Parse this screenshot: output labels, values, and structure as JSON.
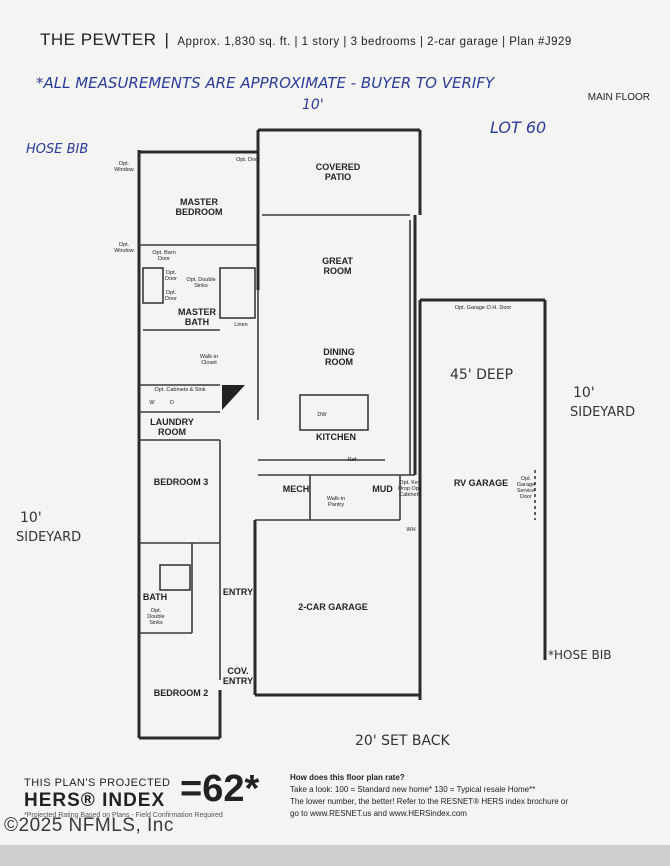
{
  "header": {
    "plan_name": "THE PEWTER",
    "details": "Approx. 1,830 sq. ft. | 1 story | 3 bedrooms | 2-car garage | Plan #J929"
  },
  "notes": {
    "measurements": "*ALL MEASUREMENTS ARE APPROXIMATE - BUYER TO VERIFY",
    "main_floor": "MAIN FLOOR",
    "ten_top": "10'",
    "lot": "LOT 60",
    "hose_bib_left": "HOSE BIB",
    "hose_bib_right": "*HOSE BIB",
    "deep": "45' DEEP",
    "sideyard_right_num": "10'",
    "sideyard_right": "SIDEYARD",
    "sideyard_left_num": "10'",
    "sideyard_left": "SIDEYARD",
    "setback": "20' SET BACK"
  },
  "rooms": {
    "covered_patio": "COVERED PATIO",
    "master_bedroom": "MASTER BEDROOM",
    "great_room": "GREAT ROOM",
    "master_bath": "MASTER BATH",
    "dining_room": "DINING ROOM",
    "laundry_room": "LAUNDRY ROOM",
    "kitchen": "KITCHEN",
    "bedroom3": "BEDROOM 3",
    "mech": "MECH",
    "mud": "MUD",
    "rv_garage": "RV GARAGE",
    "entry": "ENTRY",
    "two_car_garage": "2-CAR GARAGE",
    "bath": "BATH",
    "cov_entry": "COV. ENTRY",
    "bedroom2": "BEDROOM 2"
  },
  "labels": {
    "opt_window_1": "Opt. Window",
    "opt_door_1": "Opt. Door",
    "opt_window_2": "Opt. Window",
    "opt_barn_door": "Opt. Barn Door",
    "opt_door_2": "Opt. Door",
    "opt_double_sinks_1": "Opt. Double Sinks",
    "opt_door_3": "Opt. Door",
    "linen": "Linen",
    "walkin_closet": "Walk-in Closet",
    "opt_cabinets": "Opt. Cabinets & Sink",
    "w": "W",
    "d": "D",
    "dw": "DW",
    "ref": "Ref",
    "walkin_pantry": "Walk-in Pantry",
    "opt_key_drop": "Opt. Key Drop Opt. Cabinets",
    "wh": "WH",
    "opt_garage_oh_door": "Opt. Garage O.H. Door",
    "opt_garage_service_door": "Opt. Garage Service Door",
    "opt_double_sinks_2": "Opt. Double Sinks"
  },
  "hers": {
    "title": "THIS PLAN'S PROJECTED",
    "index_label": "HERS® INDEX",
    "value": "=62*",
    "fine": "*Projected Rating Based on Plans - Field Confirmation Required"
  },
  "rate": {
    "question": "How does this floor plan rate?",
    "line1": "Take a look: 100 = Standard new home* 130 = Typical resale Home**",
    "line2": "The lower number, the better! Refer to the RESNET® HERS index brochure or",
    "line3": "go to www.RESNET.us and www.HERSindex.com"
  },
  "footer": {
    "copyright": "©2025 NFMLS, Inc"
  }
}
